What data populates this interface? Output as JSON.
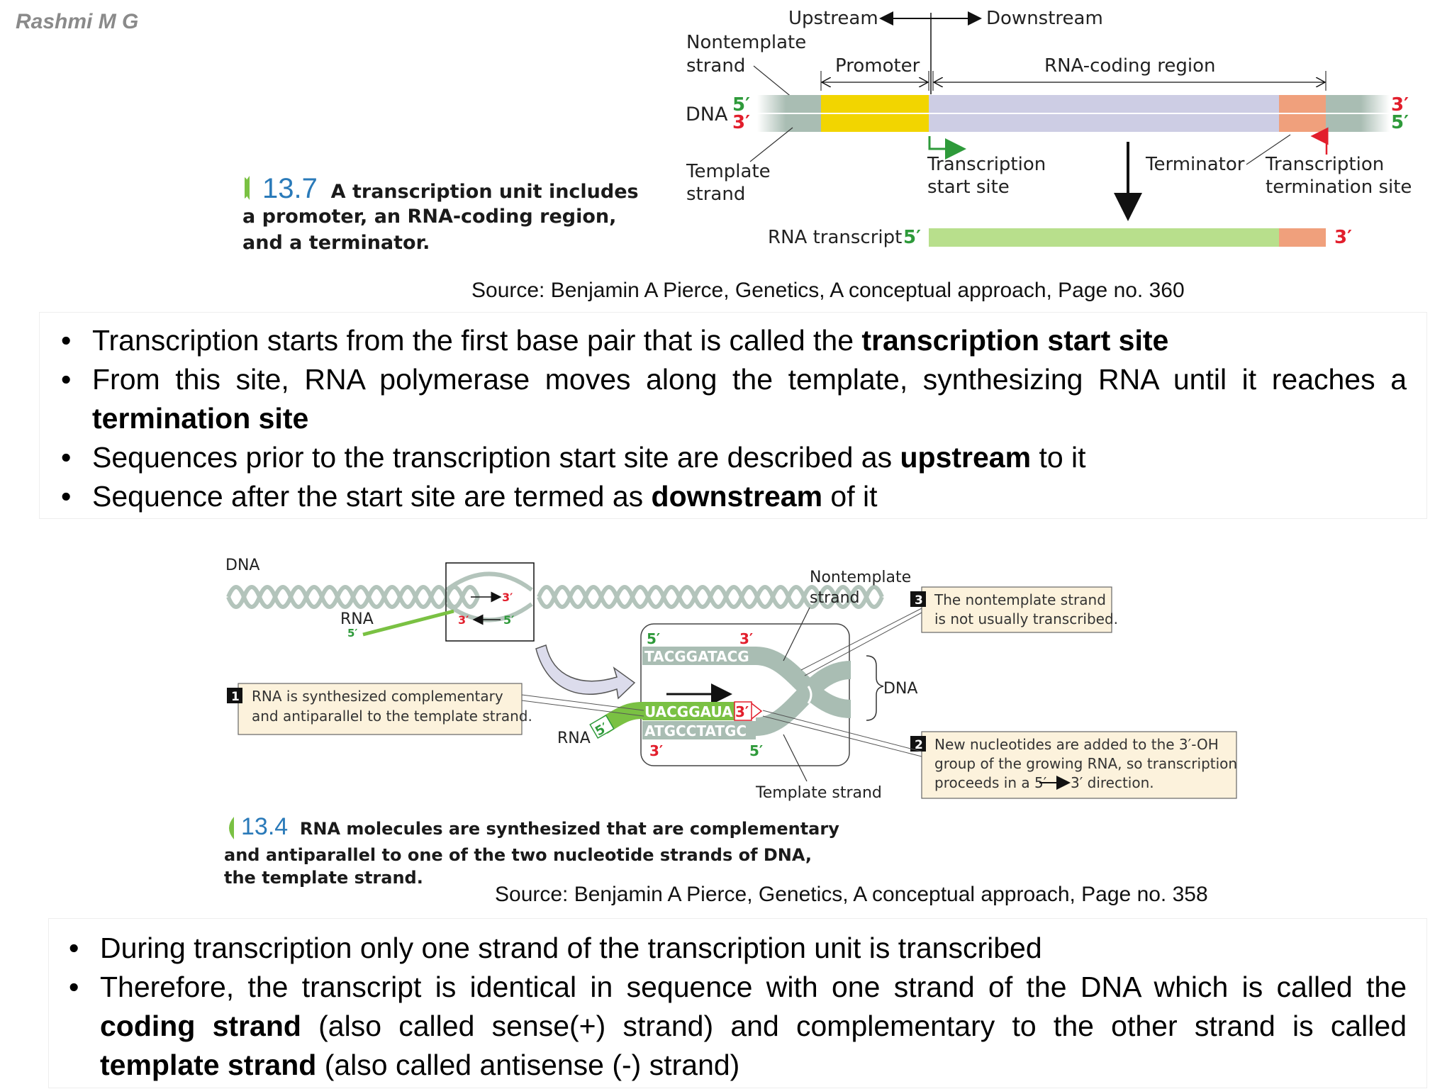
{
  "author": "Rashmi M G",
  "fig1": {
    "upstream": "Upstream",
    "downstream": "Downstream",
    "nontemplate_l1": "Nontemplate",
    "nontemplate_l2": "strand",
    "promoter": "Promoter",
    "coding_region": "RNA-coding region",
    "dna": "DNA",
    "five_prime": "5′",
    "three_prime": "3′",
    "template_l1": "Template",
    "template_l2": "strand",
    "tss_l1": "Transcription",
    "tss_l2": "start site",
    "terminator": "Terminator",
    "tts_l1": "Transcription",
    "tts_l2": "termination site",
    "rna_transcript": "RNA transcript",
    "caption_num": "13.7",
    "caption_l1": "A transcription unit includes",
    "caption_l2": "a promoter, an RNA-coding region,",
    "caption_l3": "and a terminator.",
    "colors": {
      "flank": "#a9bdb3",
      "promoter": "#f2d500",
      "coding": "#cdcde4",
      "terminator": "#f0a07c",
      "rna": "#b8df8c"
    }
  },
  "source1": "Source: Benjamin A Pierce, Genetics, A conceptual approach, Page no. 360",
  "bullets1": [
    {
      "pre": "Transcription starts from the first base pair that is called the ",
      "bold": "transcription start site",
      "post": ""
    },
    {
      "pre": "From this site, RNA polymerase moves along the template, synthesizing RNA until it reaches a ",
      "bold": "termination site",
      "post": ""
    },
    {
      "pre": "Sequences prior to the transcription start site are described as ",
      "bold": "upstream",
      "post": " to it"
    },
    {
      "pre": "Sequence after the start site are termed as ",
      "bold": "downstream",
      "post": " of it"
    }
  ],
  "fig2": {
    "dna": "DNA",
    "rna": "RNA",
    "five_prime": "5′",
    "three_prime": "3′",
    "nontemplate_l1": "Nontemplate",
    "nontemplate_l2": "strand",
    "template_strand": "Template strand",
    "top_seq": "TACGGATACG",
    "rna_seq": "UACGGAUA",
    "bottom_seq": "ATGCCTATGC",
    "call1_num": "1",
    "call1_l1": "RNA is synthesized complementary",
    "call1_l2": "and antiparallel to the template strand.",
    "call2_num": "2",
    "call2_l1": "New nucleotides are added to the 3′-OH",
    "call2_l2": "group of the growing RNA, so transcription",
    "call2_l3_a": "proceeds in a 5′",
    "call2_l3_b": "3′ direction.",
    "call3_num": "3",
    "call3_l1": "The nontemplate strand",
    "call3_l2": "is not usually transcribed.",
    "caption_num": "13.4",
    "caption_l1": "RNA molecules are synthesized that are complementary",
    "caption_l2": "and antiparallel to one of the two nucleotide strands of DNA,",
    "caption_l3": "the template strand."
  },
  "source2": "Source: Benjamin A Pierce, Genetics, A conceptual approach, Page no. 358",
  "bullets2": [
    {
      "pre": "During transcription only one strand of the transcription unit is transcribed",
      "bold": "",
      "post": ""
    },
    {
      "pre": "Therefore, the transcript is identical in sequence with one strand of the DNA which is called the ",
      "bold": "coding strand",
      "post": " (also called sense(+) strand) and complementary to the other strand is called ",
      "bold2": "template strand",
      "post2": " (also called antisense (-) strand)"
    }
  ]
}
